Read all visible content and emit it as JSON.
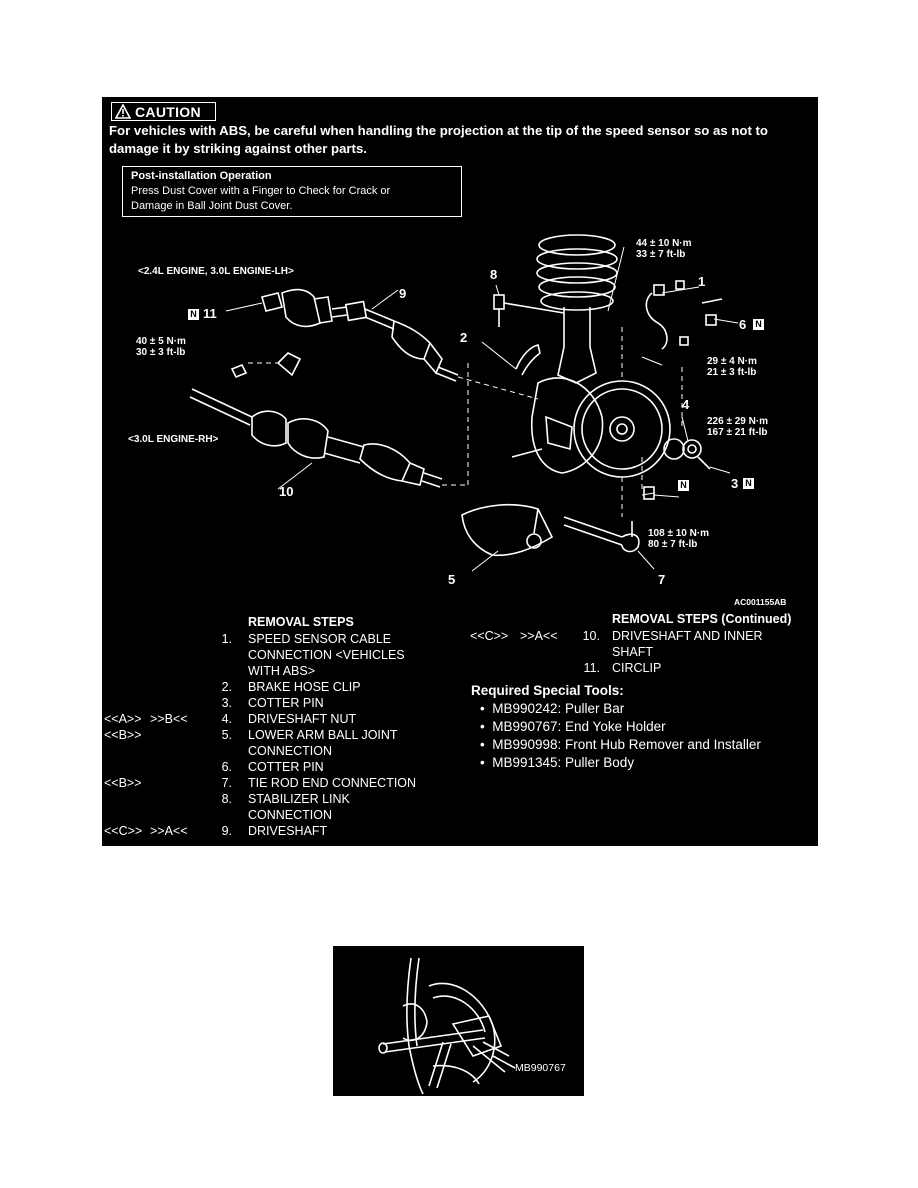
{
  "caution": {
    "title": "CAUTION",
    "text": "For vehicles with ABS, be careful when handling the projection at the tip of the speed sensor so as not to damage it by striking against other parts."
  },
  "post_installation": {
    "title": "Post-installation Operation",
    "text": "Press Dust Cover with a Finger to Check for Crack or Damage in Ball Joint Dust Cover."
  },
  "diagram": {
    "engine_label_lh": "<2.4L ENGINE, 3.0L ENGINE-LH>",
    "engine_label_rh": "<3.0L ENGINE-RH>",
    "figure_code": "AC001155AB",
    "torque": {
      "t1_nm": "44 ± 10 N·m",
      "t1_ft": "33 ± 7 ft-lb",
      "t2_nm": "40 ± 5 N·m",
      "t2_ft": "30 ± 3 ft-lb",
      "t3_nm": "29 ± 4 N·m",
      "t3_ft": "21 ± 3 ft-lb",
      "t4_nm": "226 ± 29 N·m",
      "t4_ft": "167 ± 21 ft-lb",
      "t5_nm": "108 ± 10 N·m",
      "t5_ft": "80 ± 7 ft-lb"
    },
    "callouts": [
      "1",
      "2",
      "3",
      "4",
      "5",
      "6",
      "7",
      "8",
      "9",
      "10",
      "11"
    ],
    "new_part_mark": "N"
  },
  "removal_steps": {
    "heading": "REMOVAL STEPS",
    "steps": [
      {
        "a": "",
        "b": "",
        "n": "1.",
        "text": "SPEED SENSOR CABLE"
      },
      {
        "a": "",
        "b": "",
        "n": "",
        "text": "CONNECTION <VEHICLES"
      },
      {
        "a": "",
        "b": "",
        "n": "",
        "text": "WITH ABS>"
      },
      {
        "a": "",
        "b": "",
        "n": "2.",
        "text": "BRAKE HOSE CLIP"
      },
      {
        "a": "",
        "b": "",
        "n": "3.",
        "text": "COTTER PIN"
      },
      {
        "a": "<<A>>",
        "b": ">>B<<",
        "n": "4.",
        "text": "DRIVESHAFT NUT"
      },
      {
        "a": "<<B>>",
        "b": "",
        "n": "5.",
        "text": "LOWER ARM BALL JOINT"
      },
      {
        "a": "",
        "b": "",
        "n": "",
        "text": "CONNECTION"
      },
      {
        "a": "",
        "b": "",
        "n": "6.",
        "text": "COTTER PIN"
      },
      {
        "a": "<<B>>",
        "b": "",
        "n": "7.",
        "text": "TIE ROD END CONNECTION"
      },
      {
        "a": "",
        "b": "",
        "n": "8.",
        "text": "STABILIZER LINK"
      },
      {
        "a": "",
        "b": "",
        "n": "",
        "text": "CONNECTION"
      },
      {
        "a": "<<C>>",
        "b": ">>A<<",
        "n": "9.",
        "text": "DRIVESHAFT"
      }
    ]
  },
  "removal_steps_continued": {
    "heading": "REMOVAL STEPS (Continued)",
    "steps": [
      {
        "a": "<<C>>",
        "b": ">>A<<",
        "n": "10.",
        "text": "DRIVESHAFT AND INNER"
      },
      {
        "a": "",
        "b": "",
        "n": "",
        "text": "SHAFT"
      },
      {
        "a": "",
        "b": "",
        "n": "11.",
        "text": "CIRCLIP"
      }
    ]
  },
  "special_tools": {
    "heading": "Required Special Tools:",
    "items": [
      "MB990242: Puller Bar",
      "MB990767: End Yoke Holder",
      "MB990998: Front Hub Remover and Installer",
      "MB991345: Puller Body"
    ]
  },
  "photo": {
    "label": "MB990767"
  }
}
